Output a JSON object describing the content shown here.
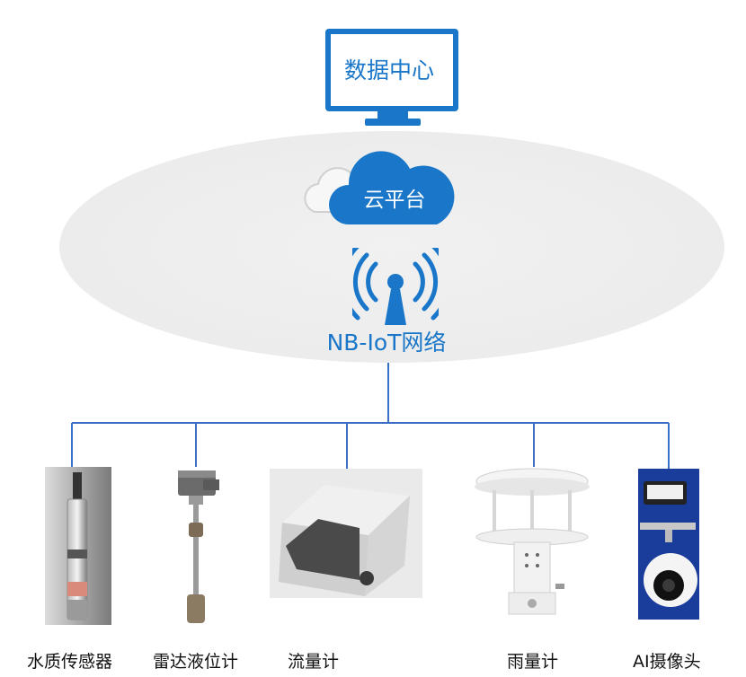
{
  "diagram": {
    "data_center_label": "数据中心",
    "cloud_label": "云平台",
    "network_label": "NB-IoT网络",
    "devices": [
      {
        "label": "水质传感器"
      },
      {
        "label": "雷达液位计"
      },
      {
        "label": "流量计"
      },
      {
        "label": "雨量计"
      },
      {
        "label": "AI摄像头"
      }
    ]
  },
  "colors": {
    "primary_blue": "#1976c8",
    "line_blue": "#3a6fc4",
    "ellipse_gray": "#ececec"
  }
}
